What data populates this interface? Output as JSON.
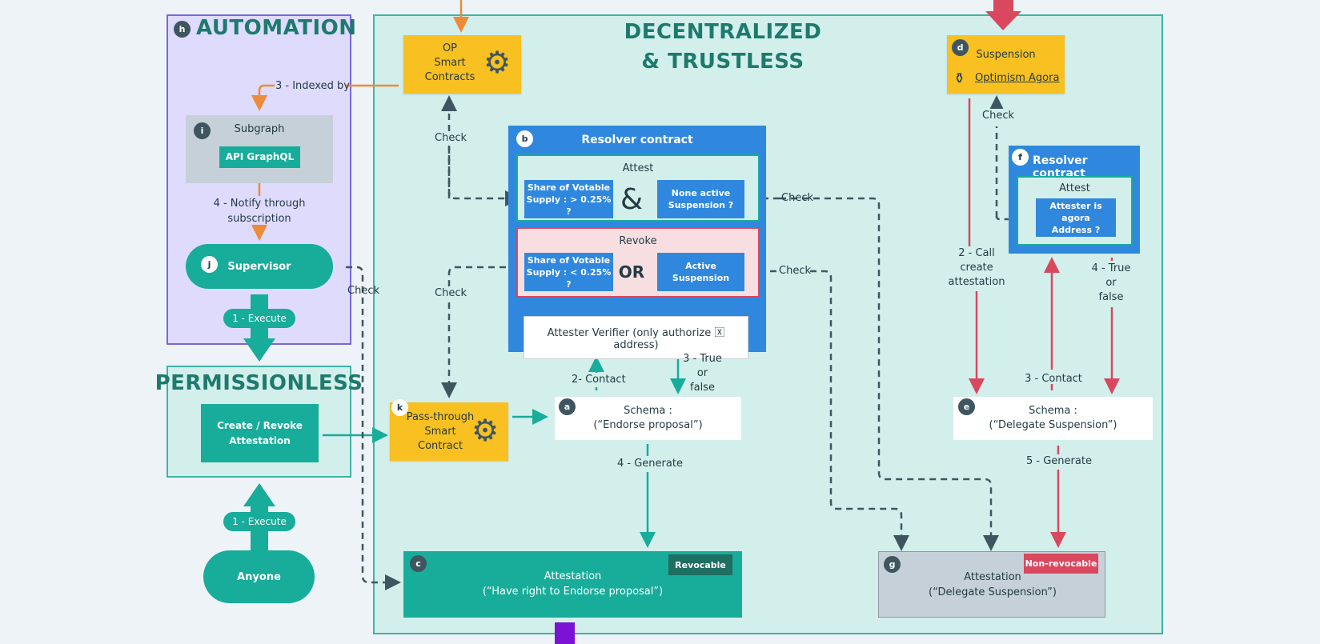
{
  "regions": {
    "automation": {
      "badge": "h",
      "title": "AUTOMATION"
    },
    "permissionless": {
      "title": "PERMISSIONLESS"
    },
    "decentralized": {
      "title_line1": "DECENTRALIZED",
      "title_line2": "& TRUSTLESS"
    }
  },
  "nodes": {
    "op_contracts": {
      "line1": "OP",
      "line2": "Smart",
      "line3": "Contracts"
    },
    "subgraph": {
      "badge": "i",
      "title": "Subgraph",
      "button": "API GraphQL"
    },
    "supervisor": {
      "badge": "j",
      "label": "Supervisor"
    },
    "create_revoke": {
      "line1": "Create / Revoke",
      "line2": "Attestation"
    },
    "anyone": {
      "label": "Anyone"
    },
    "pass_through": {
      "badge": "k",
      "line1": "Pass-through",
      "line2": "Smart",
      "line3": "Contract"
    },
    "resolver_b": {
      "badge": "b",
      "title": "Resolver contract",
      "attest": {
        "title": "Attest",
        "left_line1": "Share of Votable",
        "left_line2": "Supply : > 0.25% ?",
        "operator": "&",
        "right_line1": "None active",
        "right_line2": "Suspension  ?"
      },
      "revoke": {
        "title": "Revoke",
        "left_line1": "Share of Votable",
        "left_line2": "Supply : < 0.25% ?",
        "operator": "OR",
        "right_line1": "Active",
        "right_line2": "Suspension"
      },
      "verifier": "Attester Verifier (only authorize 🅇 address)"
    },
    "schema_a": {
      "badge": "a",
      "line1": "Schema :",
      "line2": "(“Endorse proposal”)"
    },
    "attestation_c": {
      "badge": "c",
      "tag": "Revocable",
      "line1": "Attestation",
      "line2": "(“Have right to Endorse proposal”)"
    },
    "suspension_d": {
      "badge": "d",
      "title": "Suspension",
      "link": "Optimism Agora"
    },
    "resolver_f": {
      "badge": "f",
      "title": "Resolver contract",
      "attest_title": "Attest",
      "check_line1": "Attester is agora",
      "check_line2": "Address ?"
    },
    "schema_e": {
      "badge": "e",
      "line1": "Schema :",
      "line2": "(“Delegate Suspension”)"
    },
    "attestation_g": {
      "badge": "g",
      "tag": "Non-revocable",
      "line1": "Attestation",
      "line2": "(“Delegate Suspension”)"
    }
  },
  "edge_labels": {
    "indexed_by": "3 - Indexed by",
    "notify_1": "4 - Notify through",
    "notify_2": "subscription",
    "execute_top": "1 - Execute",
    "execute_bottom": "1 - Execute",
    "check_op": "Check",
    "check_pass": "Check",
    "check_supervisor": "Check",
    "check_attest": "Check",
    "check_revoke": "Check",
    "check_agora": "Check",
    "contact_a": "2- Contact",
    "true_false_a_1": "3 - True",
    "true_false_a_2": "or",
    "true_false_a_3": "false",
    "generate_a": "4 - Generate",
    "call_1": "2 - Call",
    "call_2": "create",
    "call_3": "attestation",
    "contact_e": "3 - Contact",
    "true_false_f_1": "4 - True",
    "true_false_f_2": "or",
    "true_false_f_3": "false",
    "generate_e": "5 - Generate"
  },
  "colors": {
    "teal": "#18ac9a",
    "orange": "#ee8a38",
    "red": "#d9485f",
    "dark": "#3f5560",
    "purple": "#7b12d4",
    "yellow": "#f8c020",
    "blue": "#2f88de"
  },
  "icons": [
    "gear-icon",
    "agora-icon"
  ]
}
